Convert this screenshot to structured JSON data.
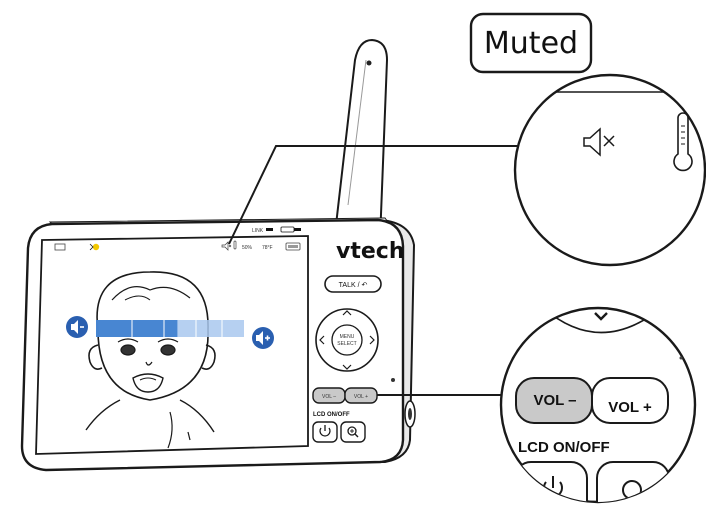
{
  "callout_label": "Muted",
  "brand": "vtech",
  "status_bar": {
    "link_label": "LINK",
    "humidity": "50%",
    "temperature": "78°F"
  },
  "buttons": {
    "talk": "TALK / ↶",
    "menu_line1": "MENU",
    "menu_line2": "SELECT",
    "vol_minus": "VOL –",
    "vol_plus": "VOL +",
    "lcd_label": "LCD ON/OFF"
  },
  "icons": {
    "mute": "speaker-muted-icon",
    "thermometer": "thermometer-icon",
    "volume_down": "volume-down-icon",
    "volume_up": "volume-up-icon",
    "power": "power-icon",
    "zoom": "zoom-in-icon"
  },
  "colors": {
    "volume_bar": "#3f7fcf",
    "volume_bar_light": "#a9c8ee",
    "volume_icon": "#2a5fb0",
    "button_gray": "#c9c9c9"
  },
  "volume_level": 0.55
}
